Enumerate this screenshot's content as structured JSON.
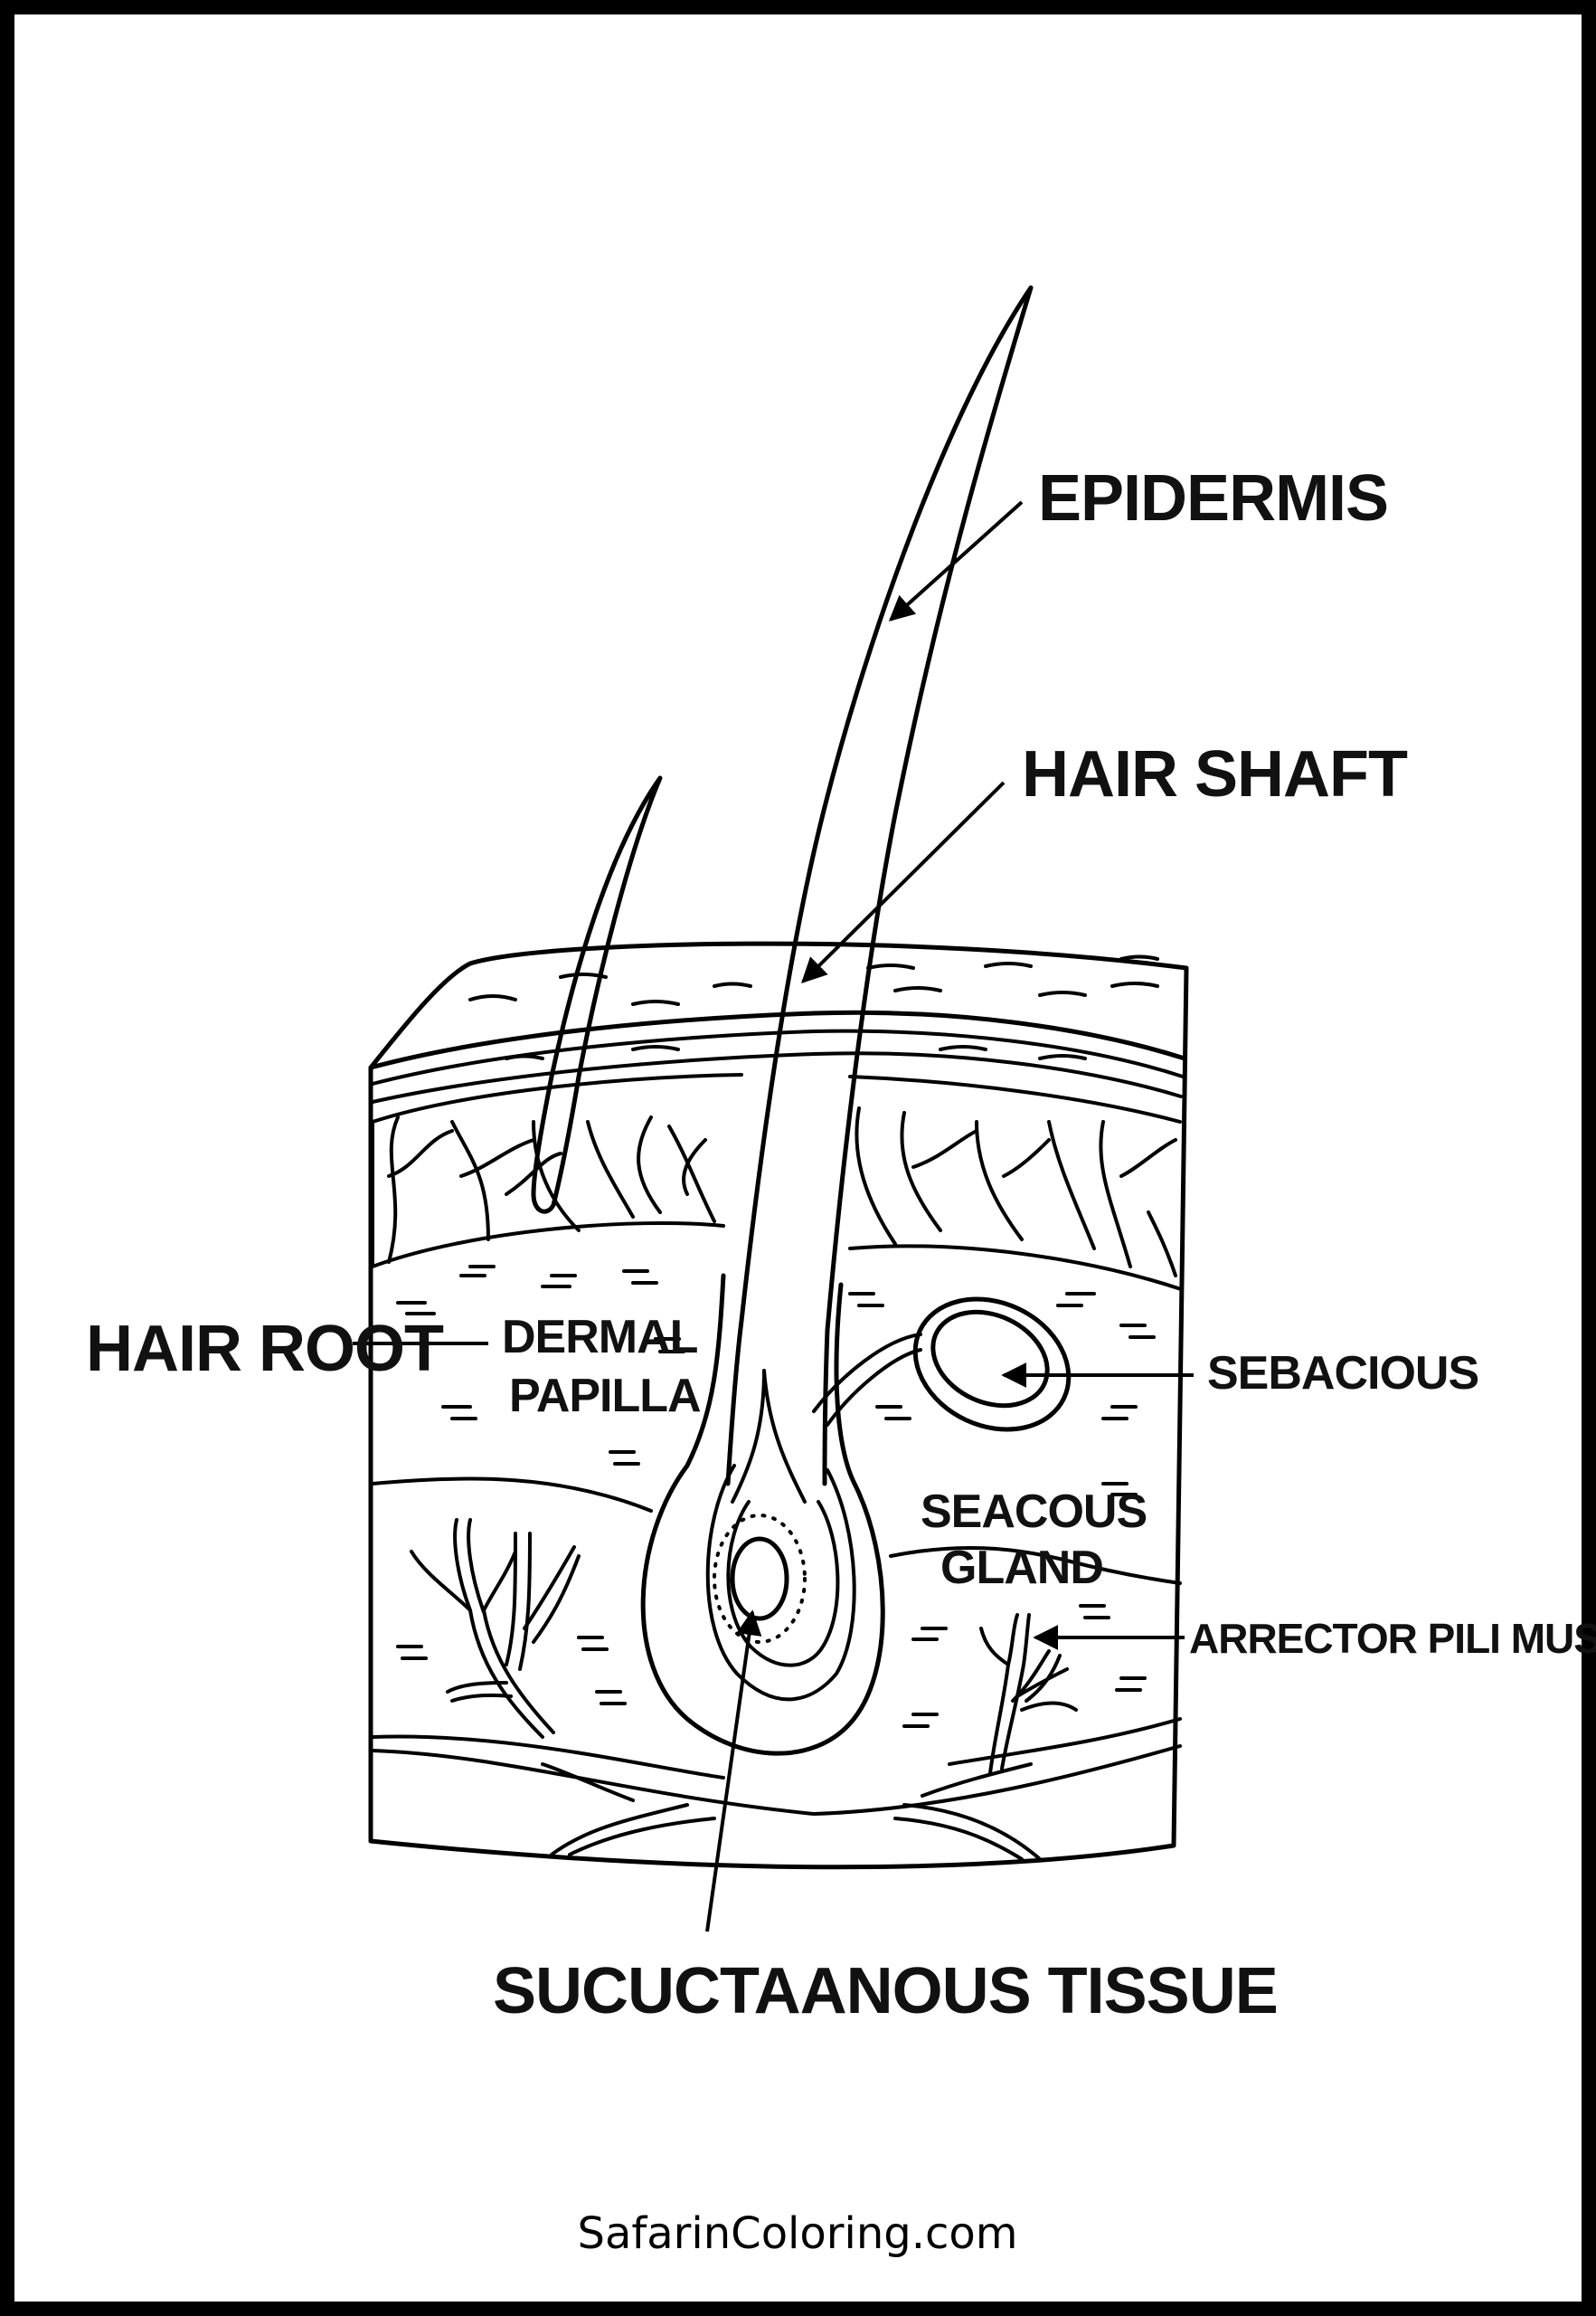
{
  "labels": {
    "epidermis": "EPIDERMIS",
    "hair_shaft": "HAIR SHAFT",
    "hair_root": "HAIR ROOT",
    "dermal_papilla_line1": "DERMAL",
    "dermal_papilla_line2": "PAPILLA",
    "sebacious": "SEBACIOUS",
    "seacous_gland_line1": "SEACOUS",
    "seacous_gland_line2": "GLAND",
    "arrector_pili_muscle": "ARRECTOR PILI MUSCLE",
    "sucuctaanous_tissue": "SUCUCTAANOUS TISSUE"
  },
  "footer": {
    "website": "SafarinColoring.com"
  },
  "colors": {
    "ink": "#000000",
    "paper": "#ffffff",
    "frame": "#000000"
  }
}
